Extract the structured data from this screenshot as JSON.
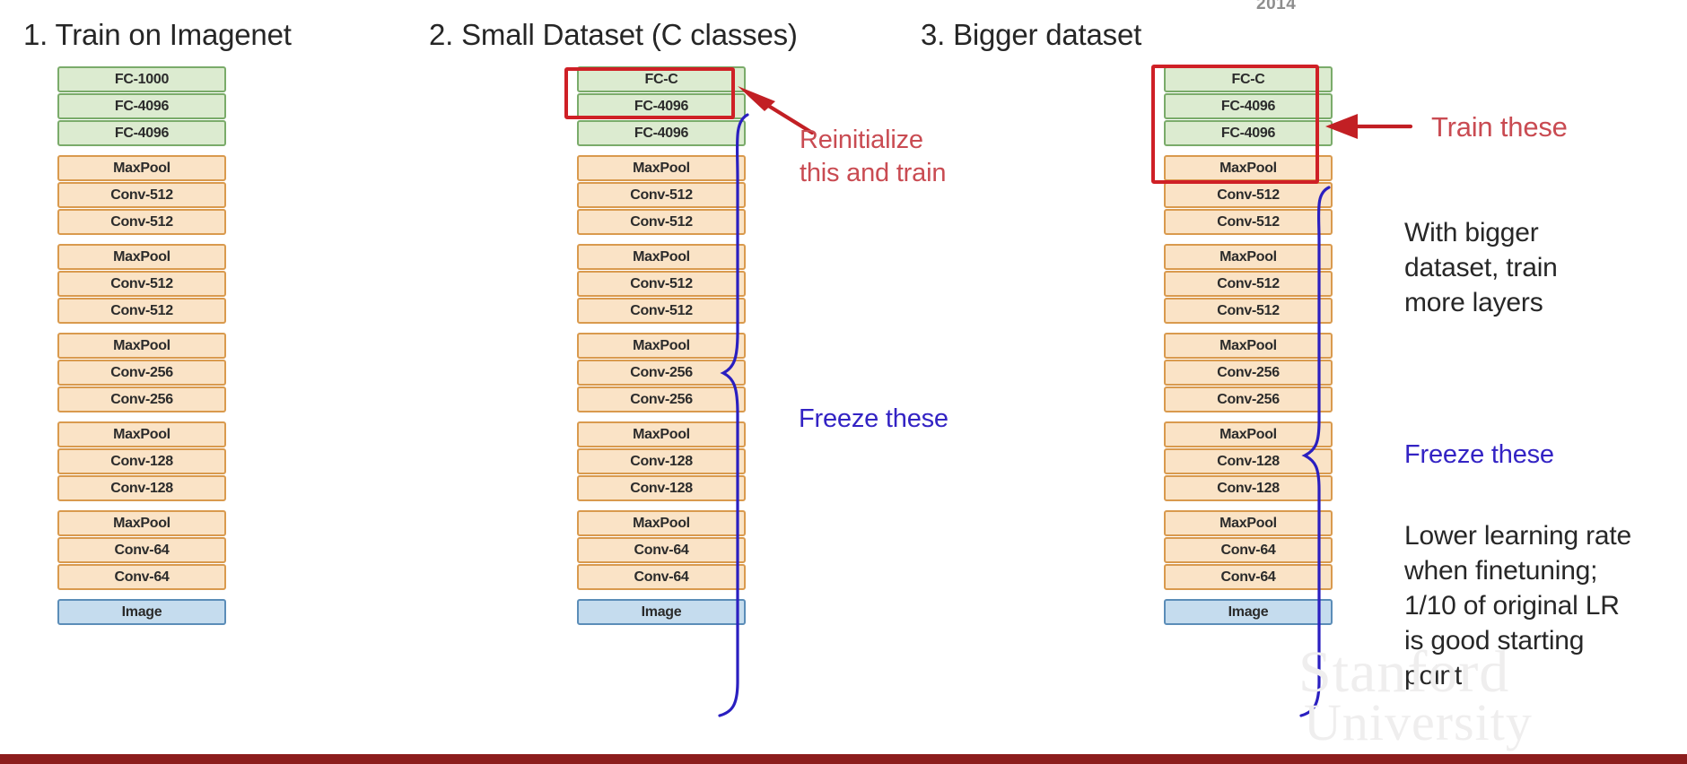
{
  "slide": {
    "ghost_year": "2014",
    "background_color": "#ffffff",
    "bottom_bar_color": "#8c1d1d",
    "watermark_line1": "Stanford",
    "watermark_line2": "University"
  },
  "colors": {
    "fc_fill": "#dcebd0",
    "fc_border": "#7aab6a",
    "conv_fill": "#fae3c6",
    "conv_border": "#d99a4e",
    "image_fill": "#c5dcee",
    "image_border": "#5b8db8",
    "highlight_red": "#cf2026",
    "annotation_red": "#c94b52",
    "annotation_blue": "#3323c4",
    "text_black": "#272727"
  },
  "columns": [
    {
      "heading": "1. Train on Imagenet",
      "layers": [
        {
          "label": "FC-1000",
          "type": "fc",
          "group": 0
        },
        {
          "label": "FC-4096",
          "type": "fc",
          "group": 0
        },
        {
          "label": "FC-4096",
          "type": "fc",
          "group": 0
        },
        {
          "label": "MaxPool",
          "type": "conv",
          "group": 1
        },
        {
          "label": "Conv-512",
          "type": "conv",
          "group": 1
        },
        {
          "label": "Conv-512",
          "type": "conv",
          "group": 1
        },
        {
          "label": "MaxPool",
          "type": "conv",
          "group": 2
        },
        {
          "label": "Conv-512",
          "type": "conv",
          "group": 2
        },
        {
          "label": "Conv-512",
          "type": "conv",
          "group": 2
        },
        {
          "label": "MaxPool",
          "type": "conv",
          "group": 3
        },
        {
          "label": "Conv-256",
          "type": "conv",
          "group": 3
        },
        {
          "label": "Conv-256",
          "type": "conv",
          "group": 3
        },
        {
          "label": "MaxPool",
          "type": "conv",
          "group": 4
        },
        {
          "label": "Conv-128",
          "type": "conv",
          "group": 4
        },
        {
          "label": "Conv-128",
          "type": "conv",
          "group": 4
        },
        {
          "label": "MaxPool",
          "type": "conv",
          "group": 5
        },
        {
          "label": "Conv-64",
          "type": "conv",
          "group": 5
        },
        {
          "label": "Conv-64",
          "type": "conv",
          "group": 5
        },
        {
          "label": "Image",
          "type": "img",
          "group": 6
        }
      ]
    },
    {
      "heading": "2. Small Dataset (C classes)",
      "layers": [
        {
          "label": "FC-C",
          "type": "fc",
          "group": 0
        },
        {
          "label": "FC-4096",
          "type": "fc",
          "group": 0
        },
        {
          "label": "FC-4096",
          "type": "fc",
          "group": 0
        },
        {
          "label": "MaxPool",
          "type": "conv",
          "group": 1
        },
        {
          "label": "Conv-512",
          "type": "conv",
          "group": 1
        },
        {
          "label": "Conv-512",
          "type": "conv",
          "group": 1
        },
        {
          "label": "MaxPool",
          "type": "conv",
          "group": 2
        },
        {
          "label": "Conv-512",
          "type": "conv",
          "group": 2
        },
        {
          "label": "Conv-512",
          "type": "conv",
          "group": 2
        },
        {
          "label": "MaxPool",
          "type": "conv",
          "group": 3
        },
        {
          "label": "Conv-256",
          "type": "conv",
          "group": 3
        },
        {
          "label": "Conv-256",
          "type": "conv",
          "group": 3
        },
        {
          "label": "MaxPool",
          "type": "conv",
          "group": 4
        },
        {
          "label": "Conv-128",
          "type": "conv",
          "group": 4
        },
        {
          "label": "Conv-128",
          "type": "conv",
          "group": 4
        },
        {
          "label": "MaxPool",
          "type": "conv",
          "group": 5
        },
        {
          "label": "Conv-64",
          "type": "conv",
          "group": 5
        },
        {
          "label": "Conv-64",
          "type": "conv",
          "group": 5
        },
        {
          "label": "Image",
          "type": "img",
          "group": 6
        }
      ]
    },
    {
      "heading": "3. Bigger dataset",
      "layers": [
        {
          "label": "FC-C",
          "type": "fc",
          "group": 0
        },
        {
          "label": "FC-4096",
          "type": "fc",
          "group": 0
        },
        {
          "label": "FC-4096",
          "type": "fc",
          "group": 0
        },
        {
          "label": "MaxPool",
          "type": "conv",
          "group": 1
        },
        {
          "label": "Conv-512",
          "type": "conv",
          "group": 1
        },
        {
          "label": "Conv-512",
          "type": "conv",
          "group": 1
        },
        {
          "label": "MaxPool",
          "type": "conv",
          "group": 2
        },
        {
          "label": "Conv-512",
          "type": "conv",
          "group": 2
        },
        {
          "label": "Conv-512",
          "type": "conv",
          "group": 2
        },
        {
          "label": "MaxPool",
          "type": "conv",
          "group": 3
        },
        {
          "label": "Conv-256",
          "type": "conv",
          "group": 3
        },
        {
          "label": "Conv-256",
          "type": "conv",
          "group": 3
        },
        {
          "label": "MaxPool",
          "type": "conv",
          "group": 4
        },
        {
          "label": "Conv-128",
          "type": "conv",
          "group": 4
        },
        {
          "label": "Conv-128",
          "type": "conv",
          "group": 4
        },
        {
          "label": "MaxPool",
          "type": "conv",
          "group": 5
        },
        {
          "label": "Conv-64",
          "type": "conv",
          "group": 5
        },
        {
          "label": "Conv-64",
          "type": "conv",
          "group": 5
        },
        {
          "label": "Image",
          "type": "img",
          "group": 6
        }
      ]
    }
  ],
  "annotations": {
    "reinitialize": "Reinitialize\nthis and train",
    "freeze_col2": "Freeze these",
    "train_these": "Train these",
    "bigger_dataset_note": "With bigger\ndataset, train\nmore layers",
    "freeze_col3": "Freeze these",
    "lower_lr_note": "Lower learning rate\nwhen finetuning;\n1/10 of original LR\nis good starting\npoint"
  }
}
